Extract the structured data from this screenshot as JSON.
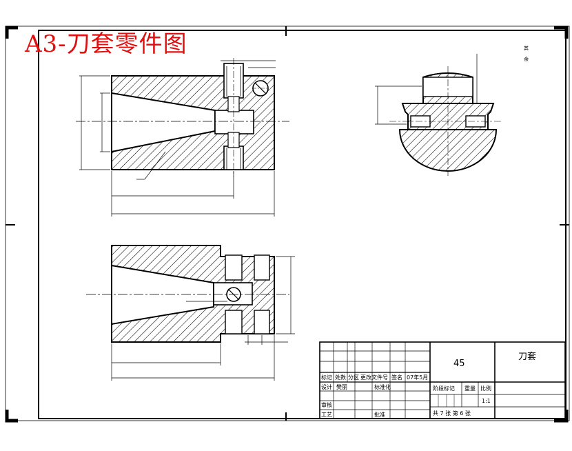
{
  "title": "A3-刀套零件图",
  "corner_note": [
    "其",
    "余"
  ],
  "title_block": {
    "material": "45",
    "part_name": "刀套",
    "headers": [
      "标记",
      "处数",
      "分区",
      "更改文件号",
      "签名",
      "07年5月"
    ],
    "row_design": [
      "设计",
      "樊丽",
      "标准化"
    ],
    "row_review": "审核",
    "row_process": [
      "工艺",
      "批准"
    ],
    "stage_labels": [
      "阶段标记",
      "重量",
      "比例"
    ],
    "scale": "1:1",
    "sheet_info": "共 7 张 第 6 张"
  },
  "colors": {
    "title_red": "#e01010",
    "line": "#000000"
  }
}
